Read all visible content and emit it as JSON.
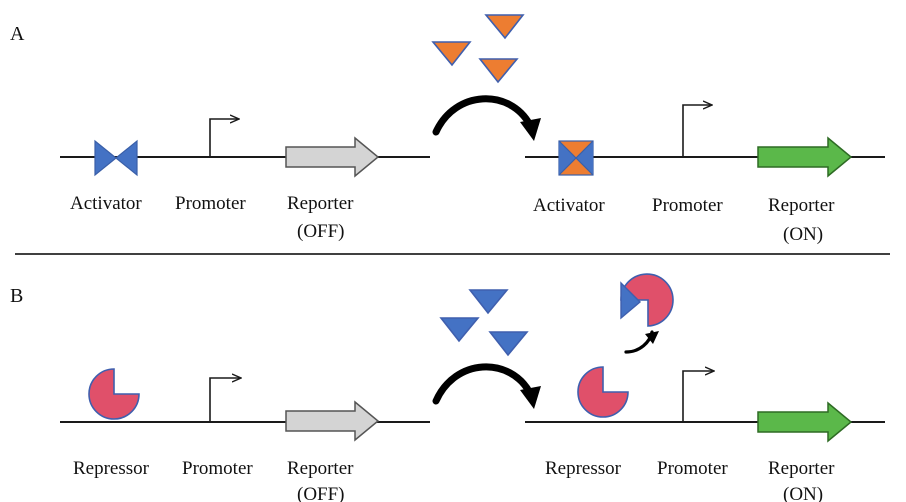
{
  "colors": {
    "activator_blue": "#4472c4",
    "inducer_orange": "#ed7d31",
    "repressor_red": "#e0506a",
    "reporter_off": "#d4d4d4",
    "reporter_on": "#5bb84a",
    "outline": "#3f5fae"
  },
  "panels": {
    "a": {
      "letter": "A",
      "before": {
        "activator": "Activator",
        "promoter": "Promoter",
        "reporter_line1": "Reporter",
        "reporter_line2": "(OFF)"
      },
      "after": {
        "activator": "Activator",
        "promoter": "Promoter",
        "reporter_line1": "Reporter",
        "reporter_line2": "(ON)"
      }
    },
    "b": {
      "letter": "B",
      "before": {
        "repressor": "Repressor",
        "promoter": "Promoter",
        "reporter_line1": "Reporter",
        "reporter_line2": "(OFF)"
      },
      "after": {
        "repressor": "Repressor",
        "promoter": "Promoter",
        "reporter_line1": "Reporter",
        "reporter_line2": "(ON)"
      }
    }
  }
}
